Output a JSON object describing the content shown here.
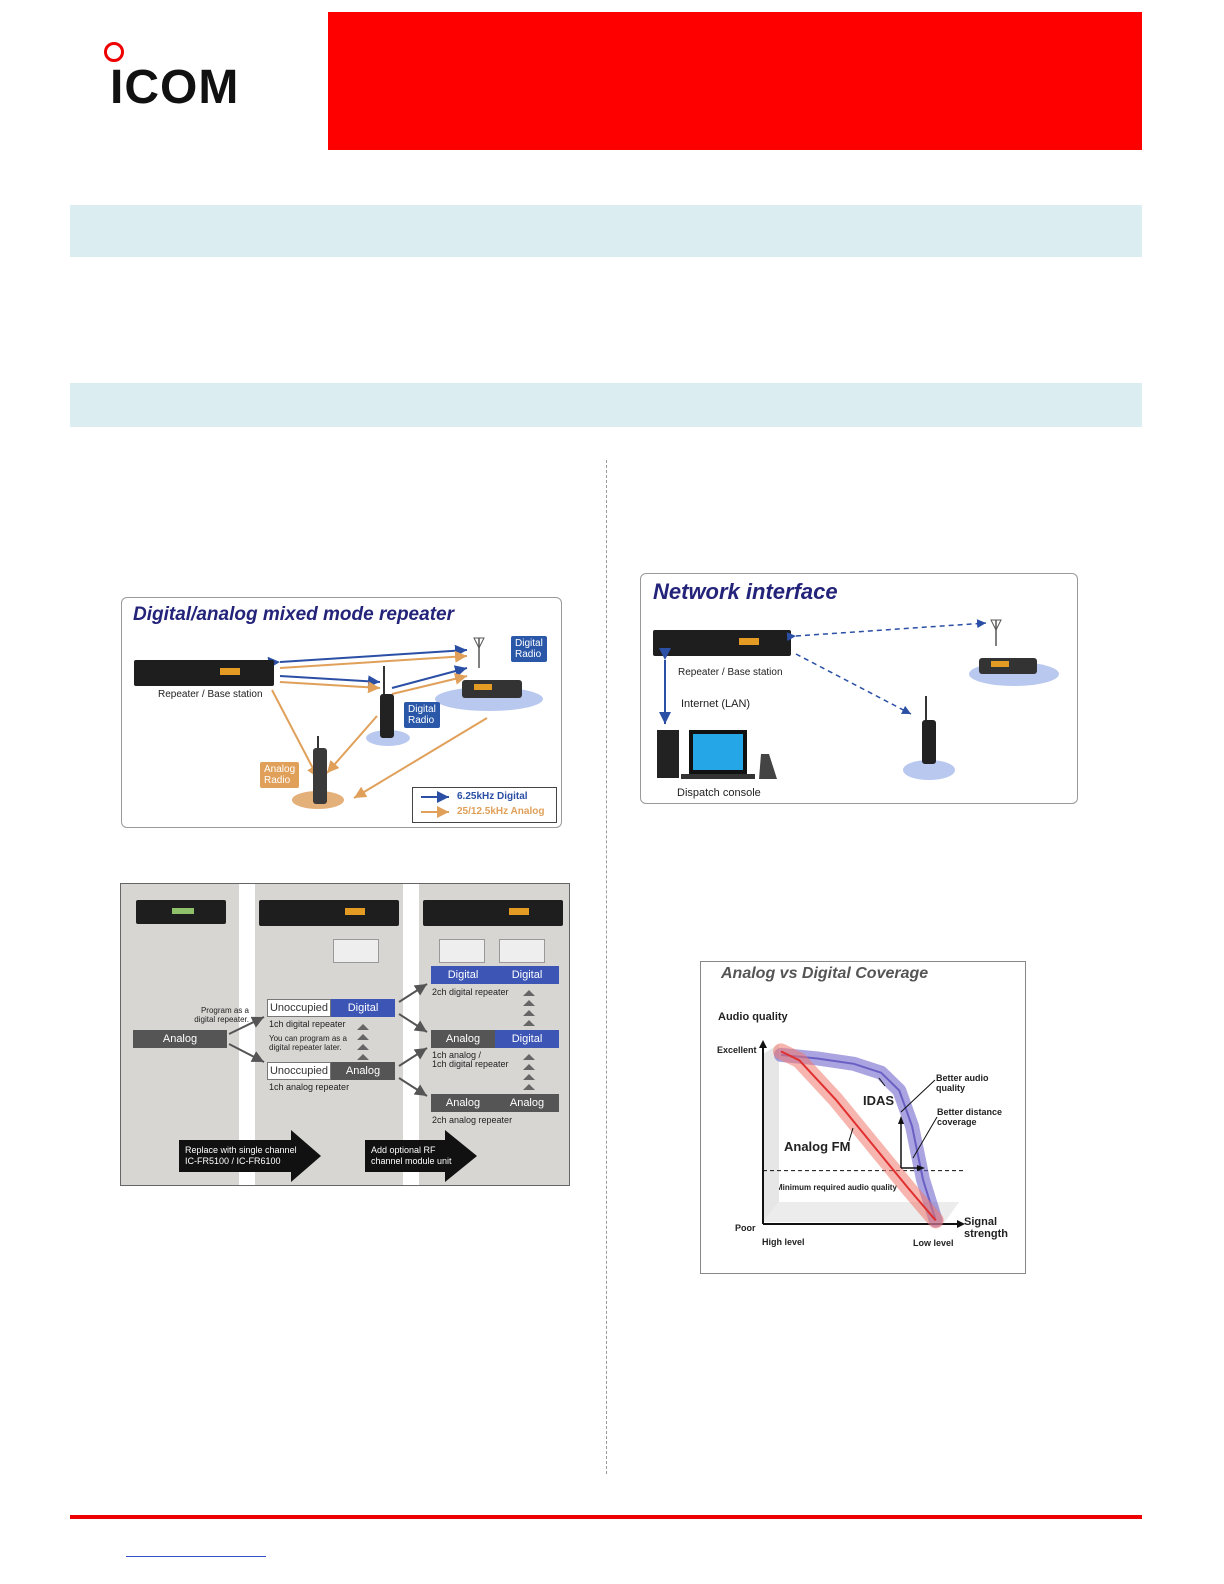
{
  "header": {
    "logo_text": "ICOM",
    "accent_color": "#ff0000",
    "band_color": "#dcedf1"
  },
  "diagram_mixed": {
    "title": "Digital/analog mixed mode repeater",
    "repeater_label": "Repeater / Base station",
    "digital_radio_1": "Digital\nRadio",
    "digital_radio_2": "Digital\nRadio",
    "analog_radio": "Analog\nRadio",
    "legend_digital": "6.25kHz Digital",
    "legend_analog": "25/12.5kHz Analog",
    "digital_color": "#2a4fa5",
    "analog_color": "#e0a05a"
  },
  "diagram_upgrade": {
    "analog": "Analog",
    "program_note": "Program as a\ndigital repeater.",
    "unoccupied_1": "Unoccupied",
    "digital_1": "Digital",
    "caption_1ch_digital": "1ch digital repeater",
    "later_note": "You can program as a\ndigital repeater later.",
    "unoccupied_2": "Unoccupied",
    "analog_2": "Analog",
    "caption_1ch_analog": "1ch analog repeater",
    "dd_left": "Digital",
    "dd_right": "Digital",
    "caption_2ch_digital": "2ch digital repeater",
    "ad_left": "Analog",
    "ad_right": "Digital",
    "caption_mixed": "1ch analog /\n1ch digital repeater",
    "aa_left": "Analog",
    "aa_right": "Analog",
    "caption_2ch_analog": "2ch analog repeater",
    "arrow_1": "Replace with single channel\nIC-FR5100 / IC-FR6100",
    "arrow_2": "Add optional RF\nchannel module unit"
  },
  "diagram_network": {
    "title": "Network interface",
    "repeater_label": "Repeater / Base station",
    "internet_label": "Internet (LAN)",
    "console_label": "Dispatch console"
  },
  "chart_data": {
    "type": "line",
    "title": "Analog vs Digital Coverage",
    "ylabel": "Audio quality",
    "xlabel": "Signal\nstrength",
    "y_ticks": [
      "Excellent",
      "Poor"
    ],
    "x_ticks": [
      "High level",
      "Low level"
    ],
    "series": [
      {
        "name": "IDAS",
        "x": [
          0,
          0.2,
          0.4,
          0.55,
          0.65,
          0.72,
          0.78,
          0.85
        ],
        "y": [
          0.95,
          0.93,
          0.9,
          0.85,
          0.75,
          0.55,
          0.25,
          0.02
        ]
      },
      {
        "name": "Analog FM",
        "x": [
          0,
          0.1,
          0.3,
          0.5,
          0.7,
          0.85
        ],
        "y": [
          0.97,
          0.92,
          0.7,
          0.45,
          0.2,
          0.02
        ]
      }
    ],
    "annotations": [
      "Better audio\nquality",
      "Better distance\ncoverage",
      "Minimum required audio quality"
    ],
    "threshold": 0.3
  }
}
